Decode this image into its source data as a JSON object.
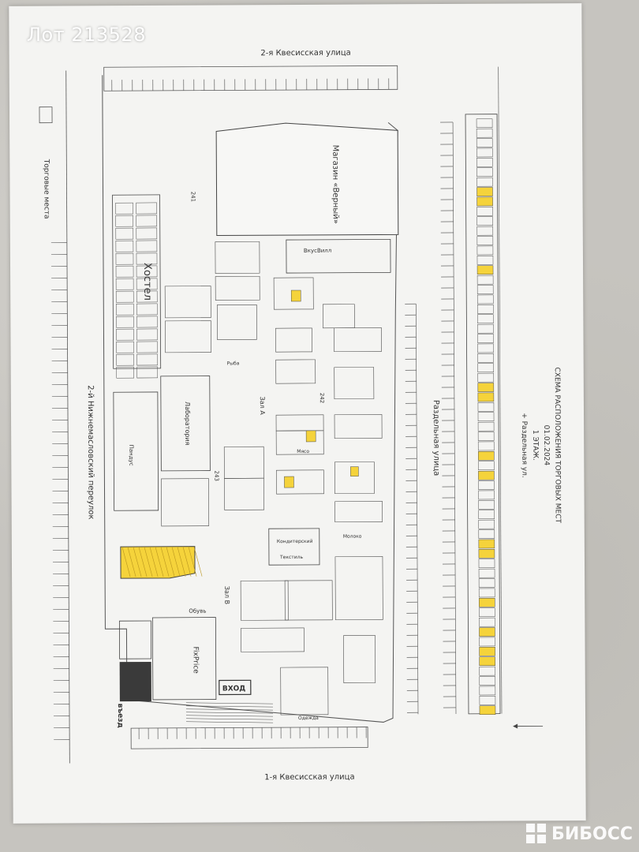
{
  "overlay": {
    "lot_label": "Лот 213528",
    "brand": "БИБОСС"
  },
  "streets": {
    "top": "2-я Квесисская улица",
    "bottom": "1-я Квесисская улица",
    "left": "2-й Нижнемасловский переулок",
    "right": "Раздельная улица",
    "trade_spots": "Торговые места"
  },
  "legend": {
    "title": "СХЕМА РАСПОЛОЖЕНИЯ ТОРГОВЫХ МЕСТ",
    "date": "01.02.2024",
    "floor": "1 ЭТАЖ.",
    "extra": "+ Раздельная ул."
  },
  "labels": {
    "shop": "Магазин «Верный»",
    "hostel": "Хостел",
    "vkusvill": "ВкусВилл",
    "lab": "Лаборатория",
    "fix_price": "FixPrice",
    "hall_a": "Зал А",
    "hall_b": "Зал В",
    "entrance": "ВХОД",
    "entry": "въезд",
    "pandus": "Пандус",
    "textile": "Текстиль",
    "confectionery": "Кондитерский",
    "milk": "Молоко",
    "clothes": "Одежда",
    "shoes": "Обувь",
    "meat": "Мясо",
    "fish": "Рыба",
    "stairs_num_1": "242",
    "stairs_num_2": "243",
    "stairs_num_3": "241"
  },
  "colors": {
    "highlight": "#f5d33b",
    "paper": "#f4f4f2",
    "line": "#4a4a4a",
    "background": "#c6c4bf"
  }
}
